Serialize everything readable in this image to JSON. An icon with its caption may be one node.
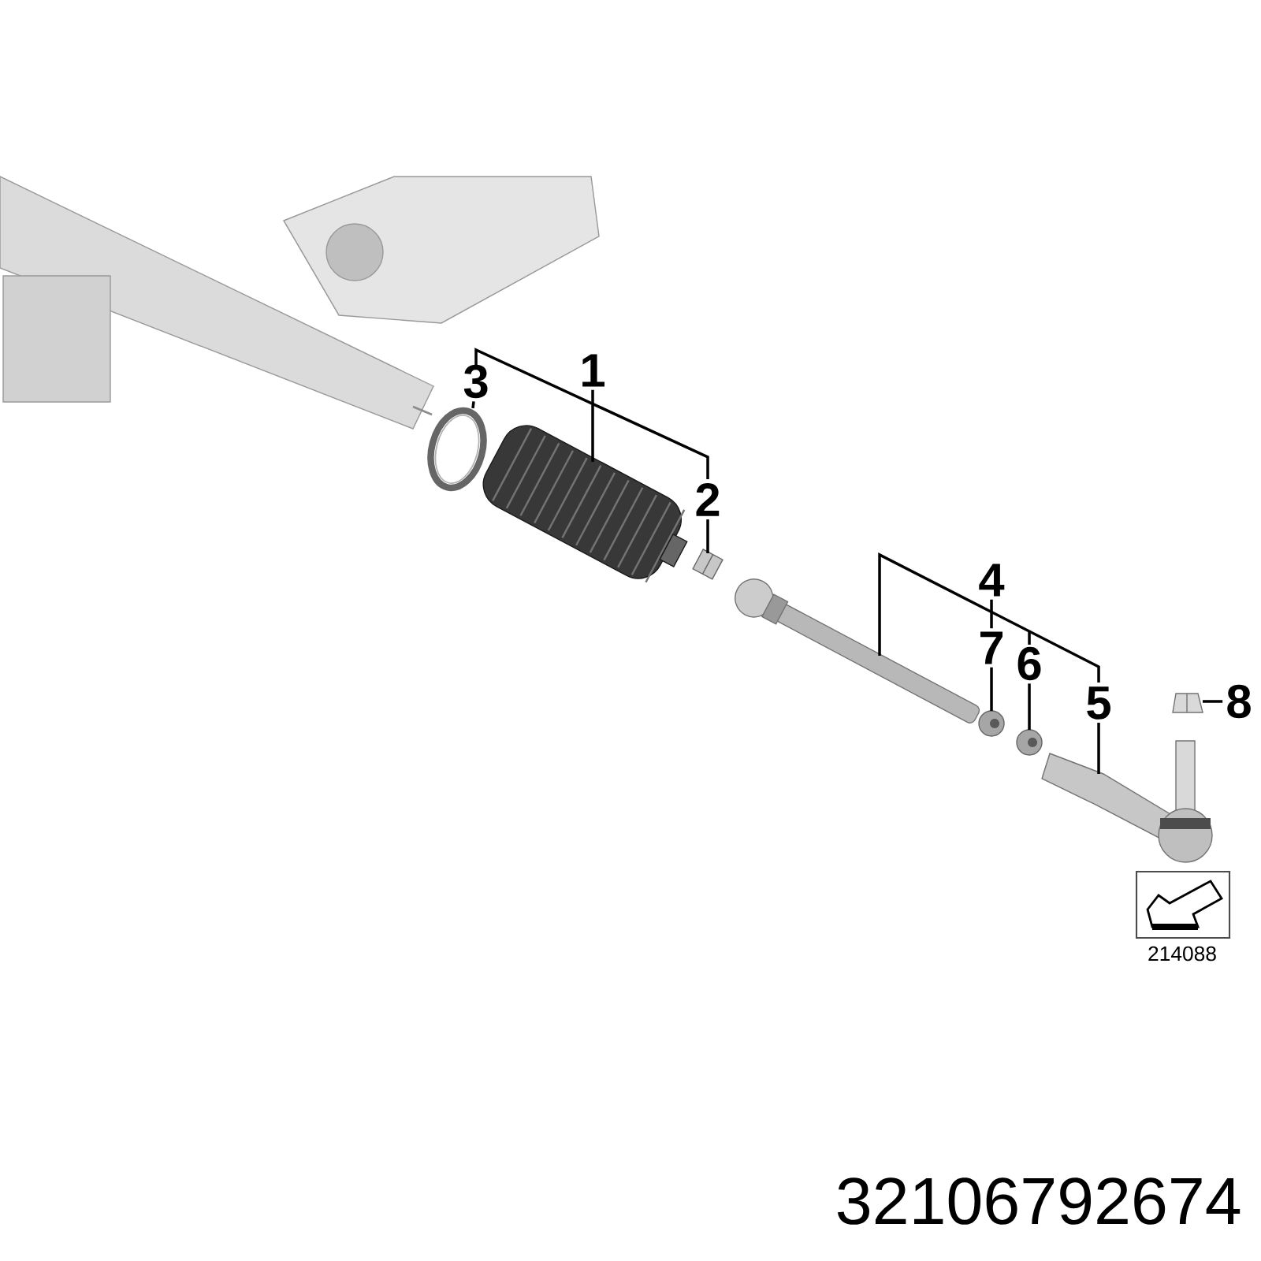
{
  "diagram": {
    "nodes": [
      {
        "text": [
          "1"
        ]
      },
      {
        "text": [
          "2"
        ]
      },
      {
        "text": [
          "3"
        ]
      },
      {
        "text": [
          "4"
        ]
      },
      {
        "text": [
          "5"
        ]
      },
      {
        "text": [
          "6"
        ]
      },
      {
        "text": [
          "7"
        ]
      },
      {
        "text": [
          "8"
        ]
      },
      {
        "text": [],
        "shape": "picture"
      },
      {
        "text": [],
        "shape": "picture"
      },
      {
        "text": [],
        "shape": "picture"
      },
      {
        "text": [],
        "shape": "picture"
      },
      {
        "text": [],
        "shape": "picture"
      },
      {
        "text": [],
        "shape": "picture"
      },
      {
        "text": [],
        "shape": "picture"
      },
      {
        "text": [],
        "shape": "picture"
      },
      {
        "text": [],
        "shape": "picture"
      }
    ],
    "edges": [
      {
        "from": 0,
        "to": 10,
        "arrow": "none"
      },
      {
        "from": 1,
        "to": 11,
        "arrow": "none"
      },
      {
        "from": 2,
        "to": 9,
        "arrow": "none"
      },
      {
        "from": 3,
        "to": 6,
        "arrow": "none"
      },
      {
        "from": 4,
        "to": 15,
        "arrow": "none"
      },
      {
        "from": 5,
        "to": 14,
        "arrow": "none"
      },
      {
        "from": 6,
        "to": 13,
        "arrow": "none"
      },
      {
        "from": 7,
        "to": 16,
        "arrow": "none"
      }
    ],
    "labels": [
      "214088",
      "32106792674"
    ]
  }
}
